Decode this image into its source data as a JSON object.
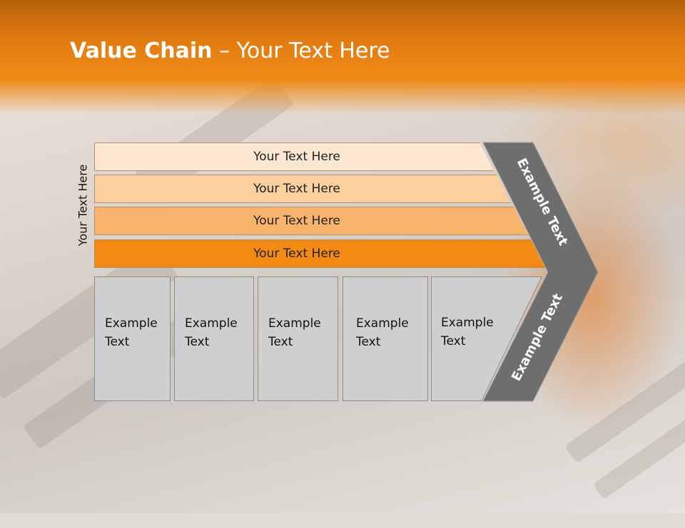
{
  "title": {
    "bold": "Value Chain",
    "rest": " – Your Text Here"
  },
  "vertical_label": "Your Text Here",
  "bands": [
    {
      "label": "Your Text Here",
      "color": "#fde6d2"
    },
    {
      "label": "Your Text Here",
      "color": "#fbcf9e"
    },
    {
      "label": "Your Text Here",
      "color": "#f8b46c"
    },
    {
      "label": "Your Text Here",
      "color": "#f28a14"
    }
  ],
  "boxes": [
    {
      "line1": "Example",
      "line2": "Text"
    },
    {
      "line1": "Example",
      "line2": "Text"
    },
    {
      "line1": "Example",
      "line2": "Text"
    },
    {
      "line1": "Example",
      "line2": "Text"
    },
    {
      "line1": "Example",
      "line2": "Text"
    }
  ],
  "chevron": {
    "top_label": "Example Text",
    "bottom_label": "Example Text",
    "color": "#6e6e6e"
  },
  "colors": {
    "header": "#f08a18",
    "box": "#cfcfcf"
  }
}
